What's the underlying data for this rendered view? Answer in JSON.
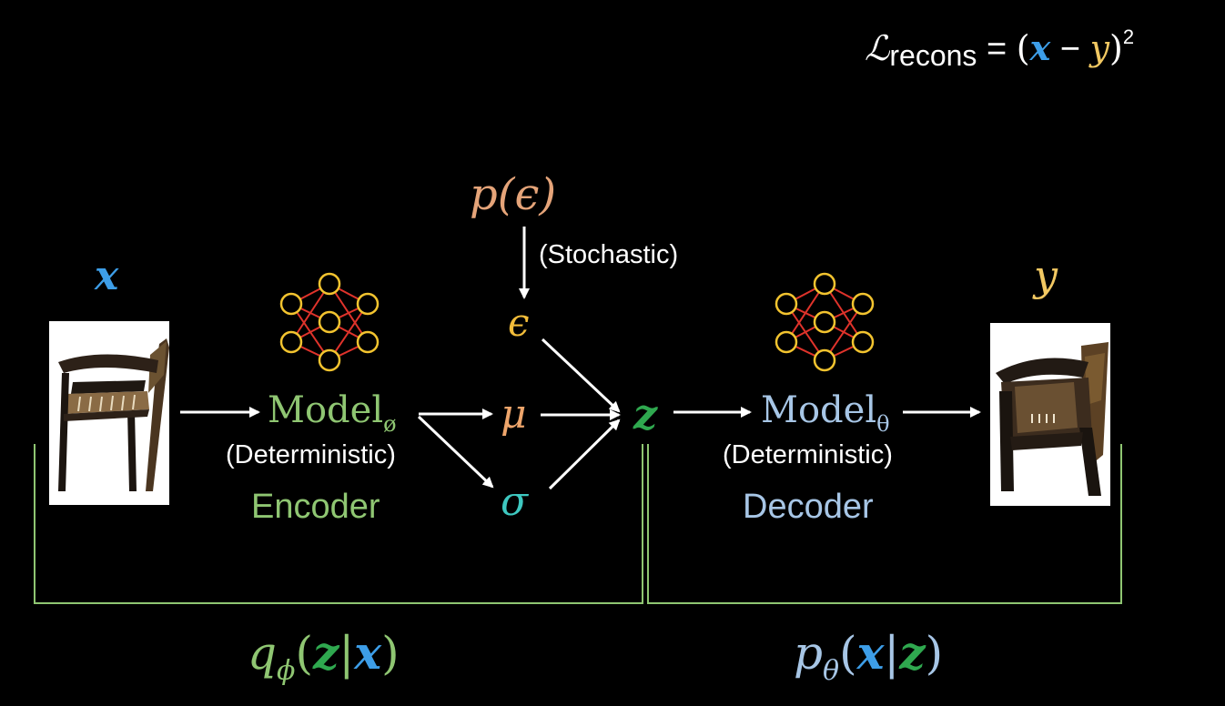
{
  "colors": {
    "background": "#000000",
    "x": "#3d9ee8",
    "y": "#f2c862",
    "z": "#2fa84f",
    "encoder": "#8fc672",
    "decoder": "#a7c6e6",
    "mu": "#eea56b",
    "sigma": "#3ec8c0",
    "epsilon": "#f3bd3a",
    "p_epsilon": "#e5a479",
    "q_phi": "#8fc672",
    "p_theta": "#a7c6e6",
    "bracket": "#8fc672",
    "neuron": "#f3c42f",
    "edge": "#e0332b",
    "arrow": "#ffffff"
  },
  "loss": {
    "lhs_symbol": "ℒ",
    "lhs_subscript": "recons",
    "equals": "=",
    "open": "(",
    "x": "x",
    "minus": "−",
    "y": "y",
    "close": ")",
    "power": "2"
  },
  "input": {
    "label": "x",
    "image_icon": "chair-photo-icon"
  },
  "output": {
    "label": "y",
    "image_icon": "reconstructed-chair-icon"
  },
  "encoder": {
    "model_label": "Model",
    "model_sub": "ø",
    "mode": "(Deterministic)",
    "name": "Encoder",
    "network_icon": "neural-network-icon"
  },
  "decoder": {
    "model_label": "Model",
    "model_sub": "θ",
    "mode": "(Deterministic)",
    "name": "Decoder",
    "network_icon": "neural-network-icon"
  },
  "sampling": {
    "p_epsilon": "p(ϵ)",
    "stochastic": "(Stochastic)",
    "epsilon": "ϵ",
    "mu": "μ",
    "sigma": "σ",
    "z": "z"
  },
  "q_phi": {
    "q": "q",
    "sub": "ϕ",
    "open": "(",
    "z": "z",
    "bar": "|",
    "x": "x",
    "close": ")"
  },
  "p_theta": {
    "p": "p",
    "sub": "θ",
    "open": "(",
    "x": "x",
    "bar": "|",
    "z": "z",
    "close": ")"
  }
}
